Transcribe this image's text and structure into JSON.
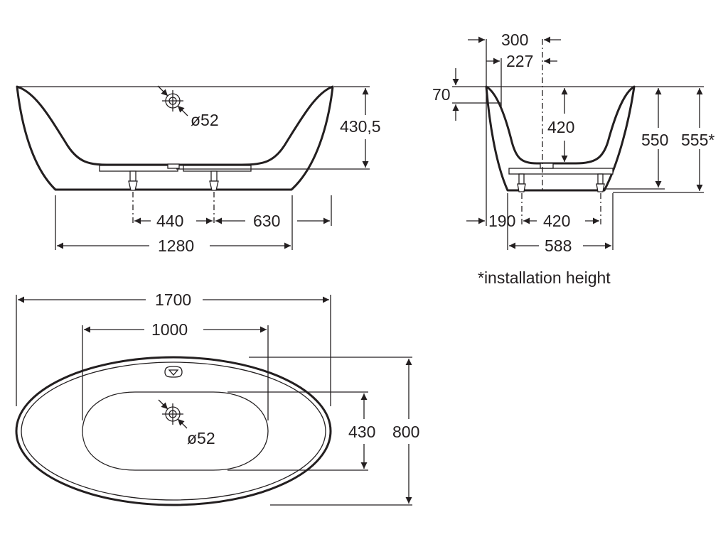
{
  "diagram": {
    "side_view": {
      "height_label": "430,5",
      "drain_label": "ø52",
      "feet_left_label": "440",
      "feet_right_label": "630",
      "base_length_label": "1280"
    },
    "end_view": {
      "top_outer_label": "300",
      "top_inner_label": "227",
      "rim_label": "70",
      "depth_label": "420",
      "height_label": "550",
      "installation_height_label": "555*",
      "left_offset_label": "190",
      "feet_span_label": "420",
      "base_width_label": "588"
    },
    "footnote": "*installation height",
    "top_view": {
      "length_label": "1700",
      "basin_length_label": "1000",
      "basin_width_label": "430",
      "width_label": "800",
      "drain_label": "ø52"
    },
    "colors": {
      "line": "#231f20",
      "background": "#ffffff"
    }
  }
}
